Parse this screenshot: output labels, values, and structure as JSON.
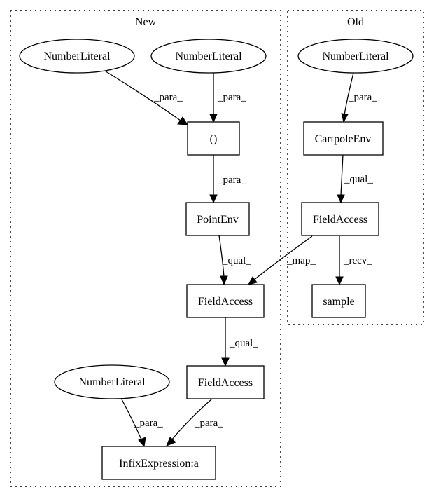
{
  "clusters": {
    "new": {
      "label": "New"
    },
    "old": {
      "label": "Old"
    }
  },
  "nodes": {
    "n_num1": {
      "label": "NumberLiteral",
      "shape": "ellipse"
    },
    "n_num2": {
      "label": "NumberLiteral",
      "shape": "ellipse"
    },
    "n_paren": {
      "label": "()",
      "shape": "box"
    },
    "n_pointenv": {
      "label": "PointEnv",
      "shape": "box"
    },
    "n_fa1": {
      "label": "FieldAccess",
      "shape": "box"
    },
    "n_fa2": {
      "label": "FieldAccess",
      "shape": "box"
    },
    "n_num3": {
      "label": "NumberLiteral",
      "shape": "ellipse"
    },
    "n_infix": {
      "label": "InfixExpression:a",
      "shape": "box"
    },
    "o_num": {
      "label": "NumberLiteral",
      "shape": "ellipse"
    },
    "o_cartpole": {
      "label": "CartpoleEnv",
      "shape": "box"
    },
    "o_fa": {
      "label": "FieldAccess",
      "shape": "box"
    },
    "o_sample": {
      "label": "sample",
      "shape": "box"
    }
  },
  "edges": {
    "e1": {
      "from": "n_num1",
      "to": "n_paren",
      "label": "_para_"
    },
    "e2": {
      "from": "n_num2",
      "to": "n_paren",
      "label": "_para_"
    },
    "e3": {
      "from": "n_paren",
      "to": "n_pointenv",
      "label": "_para_"
    },
    "e4": {
      "from": "n_pointenv",
      "to": "n_fa1",
      "label": "_qual_"
    },
    "e5": {
      "from": "n_fa1",
      "to": "n_fa2",
      "label": "_qual_"
    },
    "e6": {
      "from": "n_num3",
      "to": "n_infix",
      "label": "_para_"
    },
    "e7": {
      "from": "n_fa2",
      "to": "n_infix",
      "label": "_para_"
    },
    "e8": {
      "from": "o_num",
      "to": "o_cartpole",
      "label": "_para_"
    },
    "e9": {
      "from": "o_cartpole",
      "to": "o_fa",
      "label": "_qual_"
    },
    "e10": {
      "from": "o_fa",
      "to": "o_sample",
      "label": "_recv_"
    },
    "e11": {
      "from": "o_fa",
      "to": "n_fa1",
      "label": "_map_"
    }
  }
}
